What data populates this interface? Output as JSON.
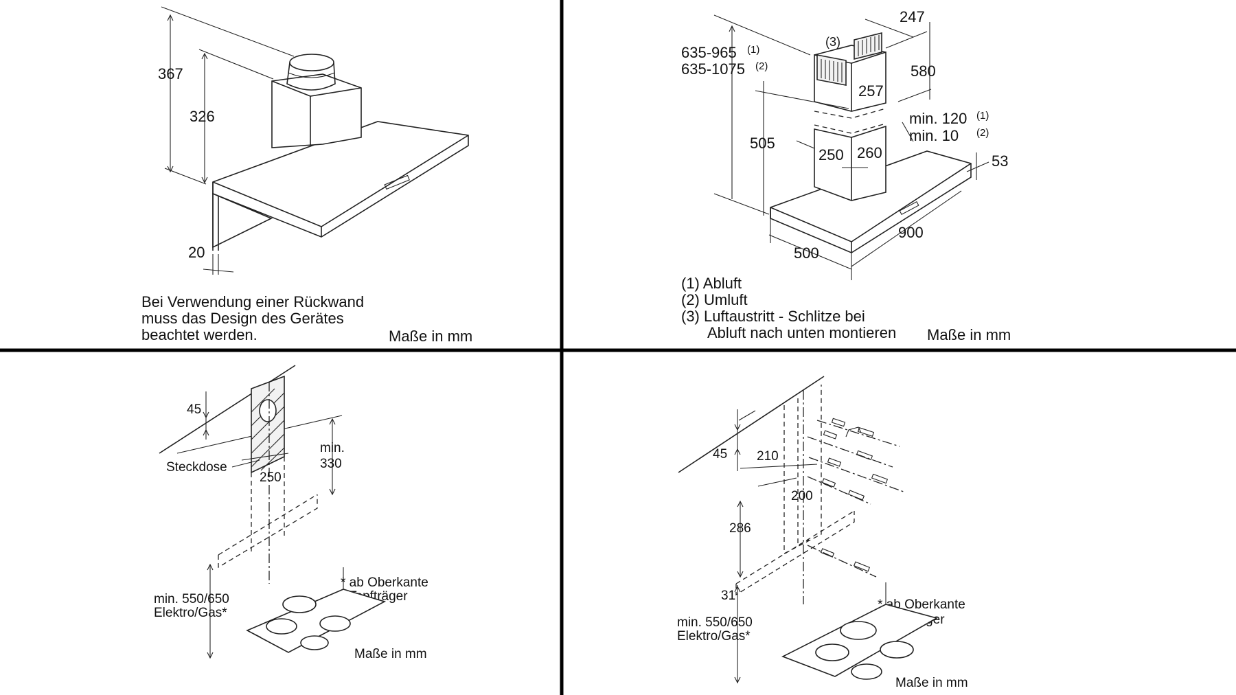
{
  "panel_top_left": {
    "dims": {
      "d367": "367",
      "d326": "326",
      "d20": "20"
    },
    "note_lines": [
      "Bei Verwendung einer Rückwand",
      "muss das Design des Gerätes",
      "beachtet werden."
    ],
    "units": "Maße in mm"
  },
  "panel_top_right": {
    "dims": {
      "d247": "247",
      "d580": "580",
      "d257": "257",
      "d505": "505",
      "d250": "250",
      "d260": "260",
      "d53": "53",
      "d900": "900",
      "d500": "500",
      "h1": "635-965",
      "h1_ref": "(1)",
      "h2": "635-1075",
      "h2_ref": "(2)",
      "min120": "min. 120",
      "min120_ref": "(1)",
      "min10": "min. 10",
      "min10_ref": "(2)",
      "ref3": "(3)"
    },
    "legend": [
      "(1) Abluft",
      "(2) Umluft",
      "(3) Luftaustritt - Schlitze bei",
      "Abluft nach unten montieren"
    ],
    "units": "Maße in mm"
  },
  "panel_bottom_left": {
    "dims": {
      "d45": "45",
      "d250": "250",
      "min330_a": "min.",
      "min330_b": "330"
    },
    "socket_label": "Steckdose",
    "min_lines": [
      "min. 550/650",
      "Elektro/Gas*"
    ],
    "note_lines": [
      "* ab Oberkante",
      "Topfträger"
    ],
    "units": "Maße in mm"
  },
  "panel_bottom_right": {
    "dims": {
      "d45": "45",
      "d210": "210",
      "d200": "200",
      "d286": "286",
      "d31": "31"
    },
    "min_lines": [
      "min. 550/650",
      "Elektro/Gas*"
    ],
    "note_lines": [
      "* ab Oberkante",
      "Topfträger"
    ],
    "units": "Maße in mm"
  }
}
